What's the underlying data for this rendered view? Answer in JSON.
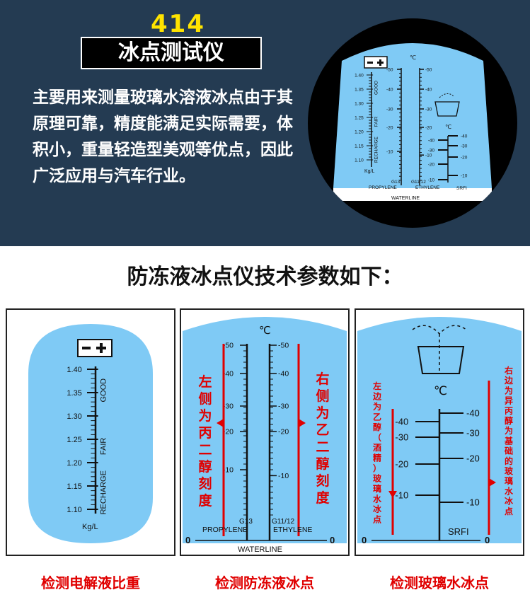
{
  "header": {
    "model_number": "414",
    "product_name": "冰点测试仪",
    "description": "主要用来测量玻璃水溶液冰点由于其原理可靠，精度能满足实际需要，体积小，重量轻造型美观等优点，因此广泛应用与汽车行业。"
  },
  "section_title": "防冻液冰点仪技术参数如下：",
  "scale": {
    "celsius": "℃",
    "gravity_ticks": [
      "1.40",
      "1.35",
      "1.30",
      "1.25",
      "1.20",
      "1.15",
      "1.10"
    ],
    "gravity_zones": [
      "GOOD",
      "FAIR",
      "RECHARGE"
    ],
    "gravity_unit": "Kg/L",
    "propylene_ticks": [
      "-50",
      "-40",
      "-30",
      "-20",
      "-10"
    ],
    "ethylene_ticks": [
      "-50",
      "-40",
      "-30",
      "-20",
      "-10"
    ],
    "g13": "G13",
    "propylene": "PROPYLENE",
    "g11": "G11/12",
    "ethylene": "ETHYLENE",
    "waterline": "WATERLINE",
    "zero": "0",
    "glass_left_ticks": [
      "-40",
      "-30",
      "-20",
      "-10"
    ],
    "glass_right_ticks": [
      "-40",
      "-30",
      "-20",
      "-10"
    ],
    "srfi": "SRFI",
    "left_note_propylene": "左侧为丙二醇刻度",
    "right_note_ethylene": "右侧为乙二醇刻度",
    "left_note_glass": "左边为乙醇（酒精）玻璃水冰点",
    "right_note_glass": "右边为异丙醇为基础的玻璃水冰点"
  },
  "captions": {
    "battery": "检测电解液比重",
    "antifreeze": "检测防冻液冰点",
    "washer": "检测玻璃水冰点"
  },
  "colors": {
    "background_top": "#243b52",
    "scale_blue": "#7fcaf5",
    "accent_red": "#e00000",
    "model_yellow": "#ffe400"
  }
}
